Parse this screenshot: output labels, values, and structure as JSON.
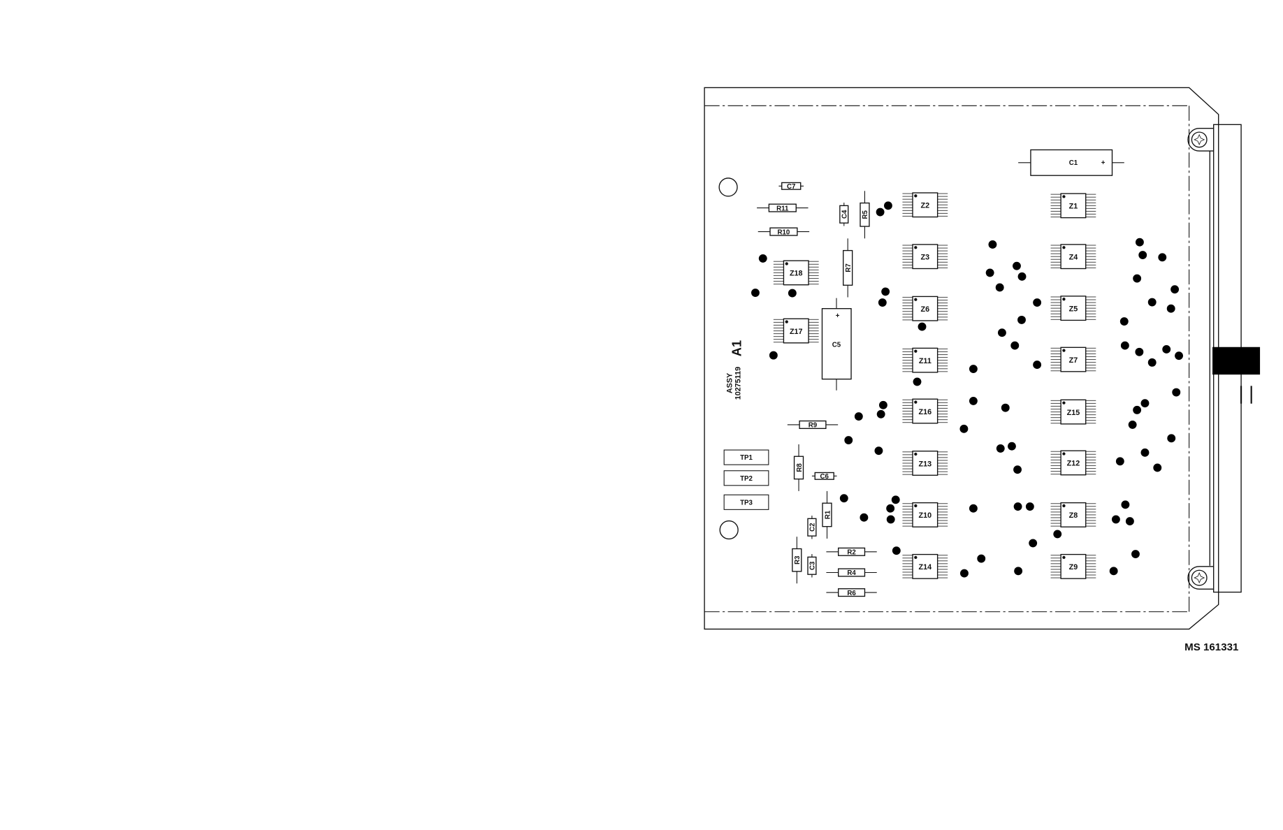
{
  "board": {
    "designator": "A1",
    "assy_label": "ASSY",
    "assy_number": "10275119",
    "figure_id": "MS 161331"
  },
  "ics": [
    "Z1",
    "Z2",
    "Z3",
    "Z4",
    "Z5",
    "Z6",
    "Z7",
    "Z8",
    "Z9",
    "Z10",
    "Z11",
    "Z12",
    "Z13",
    "Z14",
    "Z15",
    "Z16",
    "Z17",
    "Z18"
  ],
  "resistors": [
    "R1",
    "R2",
    "R3",
    "R4",
    "R5",
    "R6",
    "R7",
    "R8",
    "R9",
    "R10",
    "R11"
  ],
  "capacitors": [
    "C1",
    "C2",
    "C3",
    "C4",
    "C5",
    "C6",
    "C7"
  ],
  "test_points": [
    "TP1",
    "TP2",
    "TP3"
  ],
  "polarity_mark": "+"
}
